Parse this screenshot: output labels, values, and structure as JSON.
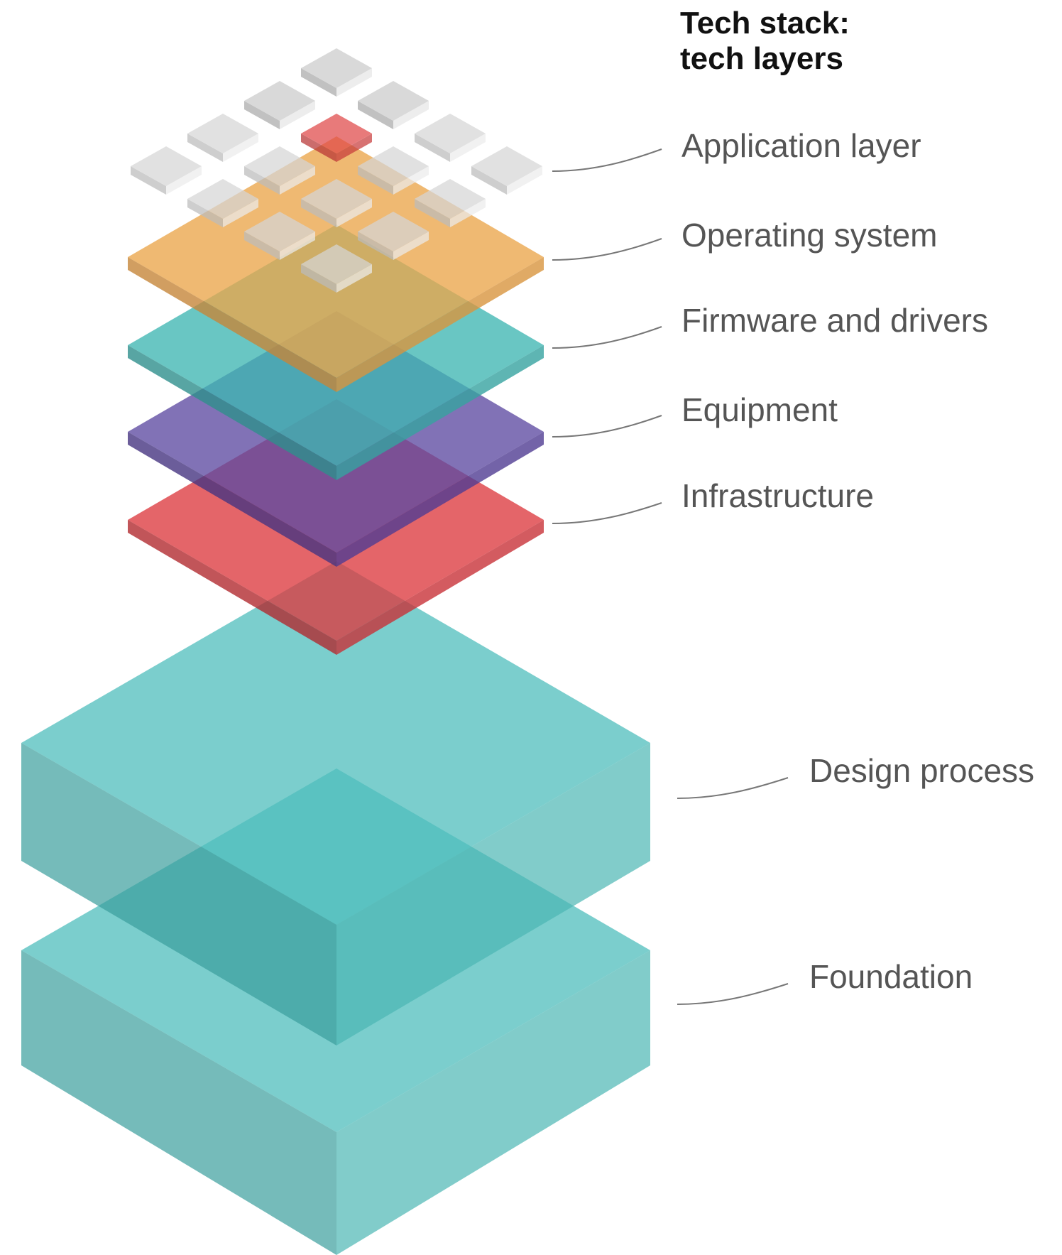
{
  "title": {
    "line1": "Tech stack:",
    "line2": "tech layers"
  },
  "layers": [
    {
      "id": "app",
      "label": "Application layer",
      "color": "#d6d6d6"
    },
    {
      "id": "os",
      "label": "Operating system",
      "color": "#eba54a"
    },
    {
      "id": "fw",
      "label": "Firmware and drivers",
      "color": "#3fb6b2"
    },
    {
      "id": "eq",
      "label": "Equipment",
      "color": "#5e4aa2"
    },
    {
      "id": "infra",
      "label": "Infrastructure",
      "color": "#dd3a3f"
    },
    {
      "id": "design",
      "label": "Design process",
      "color": "#4fbebc"
    },
    {
      "id": "found",
      "label": "Foundation",
      "color": "#4fbebc"
    }
  ],
  "highlight_tile_color": "#e04848"
}
